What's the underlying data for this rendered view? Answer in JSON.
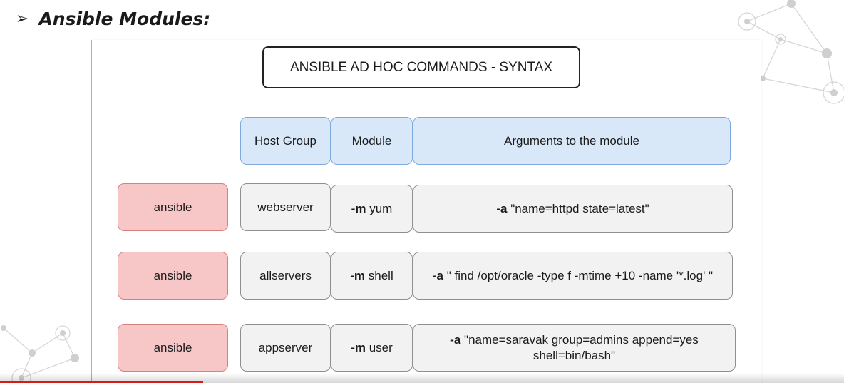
{
  "slide": {
    "title": "Ansible Modules:",
    "bullet": "➢"
  },
  "diagram": {
    "title": "ANSIBLE AD HOC COMMANDS - SYNTAX",
    "headers": [
      "Host Group",
      "Module",
      "Arguments to the module"
    ],
    "rows": [
      {
        "command": "ansible",
        "host_group": "webserver",
        "module_flag": "-m",
        "module": "yum",
        "args_flag": "-a",
        "args": "\"name=httpd state=latest\""
      },
      {
        "command": "ansible",
        "host_group": "allservers",
        "module_flag": "-m",
        "module": "shell",
        "args_flag": "-a",
        "args": "\" find /opt/oracle -type f -mtime +10 -name '*.log' \""
      },
      {
        "command": "ansible",
        "host_group": "appserver",
        "module_flag": "-m",
        "module": "user",
        "args_flag": "-a",
        "args": "\"name=saravak group=admins append=yes shell=bin/bash\""
      }
    ],
    "colors": {
      "header_fill": "#d9e8f9",
      "header_border": "#7ea9dc",
      "command_fill": "#f7c7c8",
      "command_border": "#d87f80",
      "cell_fill": "#f2f2f2",
      "accent_red": "#d91a1a"
    }
  }
}
